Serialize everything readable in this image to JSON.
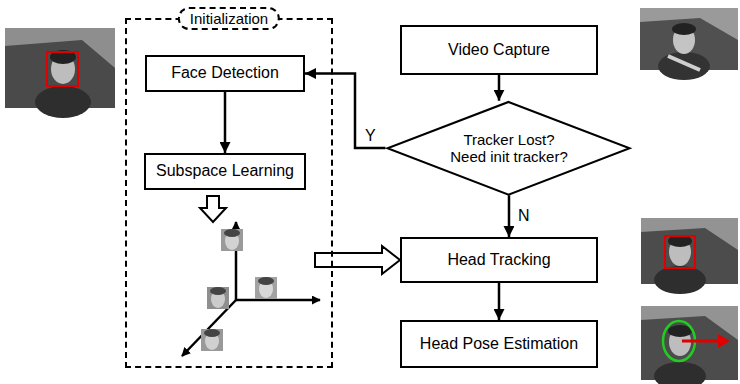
{
  "diagram": {
    "nodes": [
      {
        "text": [
          "Initialization"
        ]
      },
      {
        "text": [
          "Face Detection"
        ],
        "in": 0
      },
      {
        "text": [
          "Subspace Learning"
        ],
        "in": 0
      },
      {
        "text": [
          "Video Capture"
        ]
      },
      {
        "text": [
          "Tracker Lost? Need init tracker?"
        ]
      },
      {
        "text": [
          "Head Tracking"
        ]
      },
      {
        "text": [
          "Head Pose Estimation"
        ]
      }
    ],
    "edges": [
      {
        "from": 3,
        "to": 4,
        "arrow": "to"
      },
      {
        "from": 4,
        "to": 1,
        "label": "Y",
        "arrow": "to"
      },
      {
        "from": 4,
        "to": 5,
        "label": "N",
        "arrow": "to"
      },
      {
        "from": 1,
        "to": 2,
        "arrow": "to"
      },
      {
        "from": 5,
        "to": 6,
        "arrow": "to"
      },
      {
        "from": 0,
        "to": 5,
        "arrow": "to"
      }
    ]
  }
}
